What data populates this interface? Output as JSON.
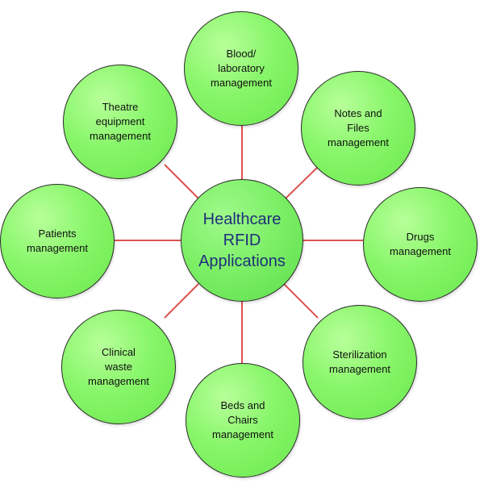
{
  "diagram": {
    "center": {
      "label": "Healthcare\nRFID\nApplications"
    },
    "nodes": [
      {
        "label": "Blood/\nlaboratory\nmanagement"
      },
      {
        "label": "Notes and\nFiles\nmanagement"
      },
      {
        "label": "Drugs\nmanagement"
      },
      {
        "label": "Sterilization\nmanagement"
      },
      {
        "label": "Beds and\nChairs\nmanagement"
      },
      {
        "label": "Clinical\nwaste\nmanagement"
      },
      {
        "label": "Patients\nmanagement"
      },
      {
        "label": "Theatre\nequipment\nmanagement"
      }
    ],
    "colors": {
      "node_fill": "#7ef068",
      "node_border": "#2a2a2a",
      "connector": "#d9534f",
      "center_text": "#1f2f7a"
    }
  }
}
